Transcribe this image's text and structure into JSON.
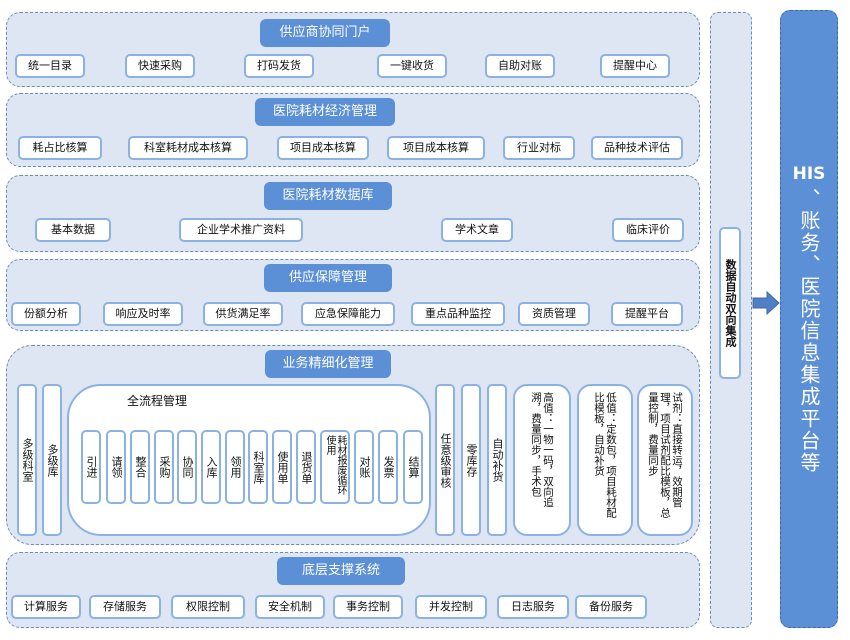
{
  "layers": {
    "supplier_portal": {
      "title": "供应商协同门户",
      "items": [
        "统一目录",
        "快速采购",
        "打码发货",
        "一键收货",
        "自助对账",
        "提醒中心"
      ]
    },
    "economic_mgmt": {
      "title": "医院耗材经济管理",
      "items": [
        "耗占比核算",
        "科室耗材成本核算",
        "项目成本核算",
        "项目成本核算",
        "行业对标",
        "品种技术评估"
      ]
    },
    "database": {
      "title": "医院耗材数据库",
      "items": [
        "基本数据",
        "企业学术推广资料",
        "学术文章",
        "临床评价"
      ]
    },
    "supply_assurance": {
      "title": "供应保障管理",
      "items": [
        "份额分析",
        "响应及时率",
        "供货满足率",
        "应急保障能力",
        "重点品种监控",
        "资质管理",
        "提醒平台"
      ]
    },
    "business_refined": {
      "title": "业务精细化管理",
      "left_items": [
        "多级科室",
        "多级库"
      ],
      "full_process": {
        "title": "全流程管理",
        "steps": [
          "引进",
          "请领",
          "整合",
          "采购",
          "协同",
          "入库",
          "领用",
          "科室库",
          "使用单",
          "退货单",
          "耗材报废循环使用",
          "对账",
          "发票",
          "结算"
        ]
      },
      "right_items": [
        "任意级审核",
        "零库存",
        "自动补货"
      ],
      "categories": [
        "高值：一物一码，双向追溯，费量同步，手术包",
        "低值：定数包，项目耗材配比模板，自动补货",
        "试剂：直接转运，效期管理，项目试剂配比模板，总量控制，费量同步"
      ]
    },
    "infrastructure": {
      "title": "底层支撑系统",
      "items": [
        "计算服务",
        "存储服务",
        "权限控制",
        "安全机制",
        "事务控制",
        "并发控制",
        "日志服务",
        "备份服务"
      ]
    }
  },
  "integration": {
    "label": "数据自动双向集成",
    "arrow_icon": "right-arrow-icon"
  },
  "target_system": {
    "latin": "HIS",
    "cjk": "、账务、医院信息集成平台等"
  },
  "colors": {
    "layer_bg": "#dde6f2",
    "accent": "#5b8fd6",
    "pill_border": "#8cb2e4"
  }
}
